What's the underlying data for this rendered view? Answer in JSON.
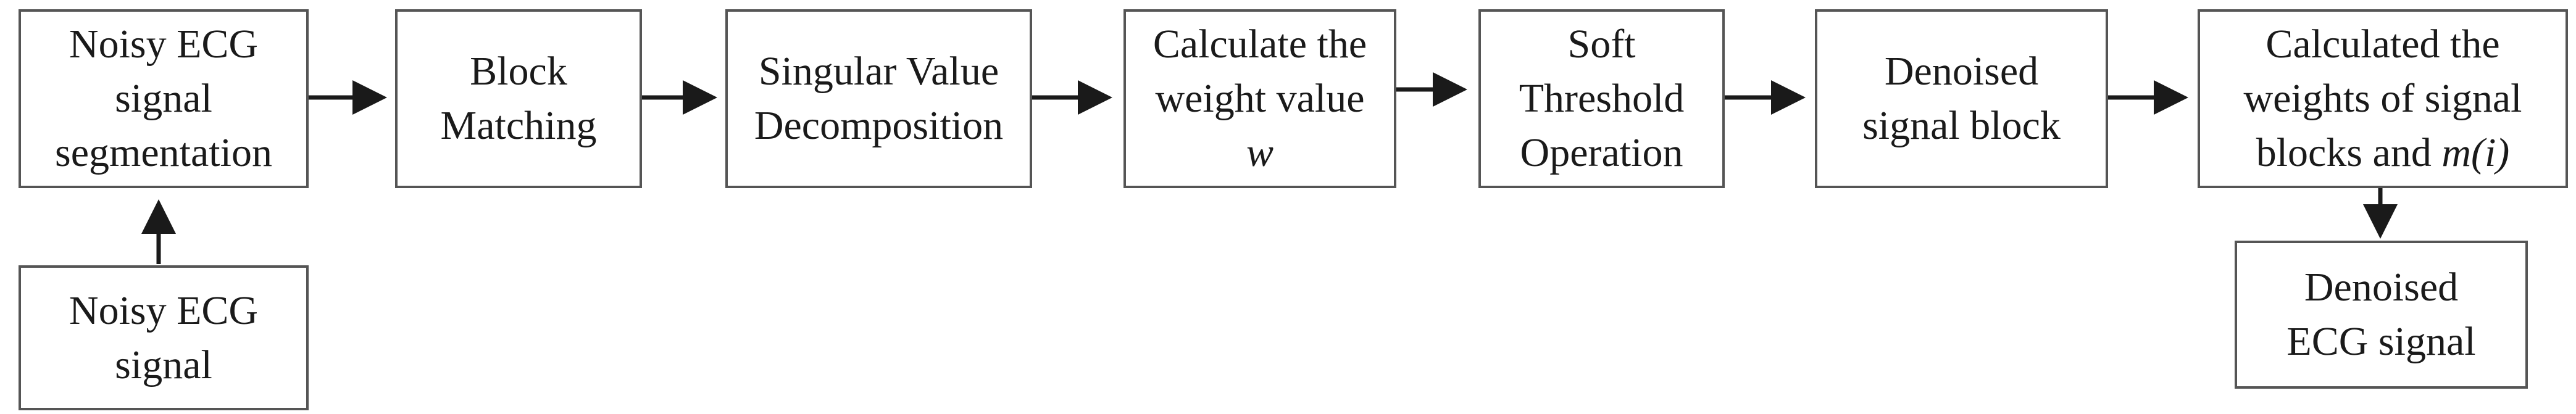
{
  "nodes": {
    "segmentation": {
      "lines": [
        "Noisy ECG",
        "signal",
        "segmentation"
      ]
    },
    "input_signal": {
      "lines": [
        "Noisy ECG",
        "signal"
      ]
    },
    "block_matching": {
      "lines": [
        "Block",
        "Matching"
      ]
    },
    "svd": {
      "lines": [
        "Singular Value",
        "Decomposition"
      ]
    },
    "weight_value": {
      "line1": "Calculate the",
      "line2": "weight value",
      "symbol": "w"
    },
    "soft_threshold": {
      "lines": [
        "Soft",
        "Threshold",
        "Operation"
      ]
    },
    "denoised_block": {
      "lines": [
        "Denoised",
        "signal block"
      ]
    },
    "block_weights": {
      "line1": "Calculated the",
      "line2": "weights of signal",
      "line3_prefix": "blocks and ",
      "line3_symbol": "m(i)"
    },
    "output_signal": {
      "lines": [
        "Denoised",
        "ECG signal"
      ]
    }
  },
  "colors": {
    "box_border": "#555555",
    "arrow": "#1a1a1a",
    "text": "#1a1a1a"
  }
}
